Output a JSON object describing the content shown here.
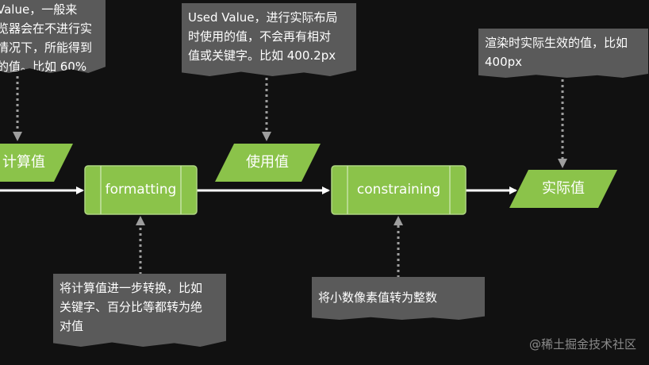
{
  "nodes": {
    "computed": "计算值",
    "used": "使用值",
    "actual": "实际值",
    "formatting": "formatting",
    "constraining": "constraining"
  },
  "notes": {
    "top_left": "Value，一般来\n览器会在不进行实\n情况下，所能得到\n的值。比如 60%",
    "top_mid": "Used Value，进行实际布局\n时使用的值，不会再有相对\n值或关键字。比如 400.2px",
    "top_right": "渲染时实际生效的值，比如\n400px",
    "bottom_left": "将计算值进一步转换，比如\n关键字、百分比等都转为绝\n对值",
    "bottom_mid": "将小数像素值转为整数"
  },
  "watermark": "@稀土掘金技术社区",
  "colors": {
    "background": "#111111",
    "node_fill": "#8bc34a",
    "node_stroke": "#aed581",
    "note_fill": "#5a5a5a",
    "arrow": "#ffffff",
    "connector": "#9e9e9e"
  }
}
